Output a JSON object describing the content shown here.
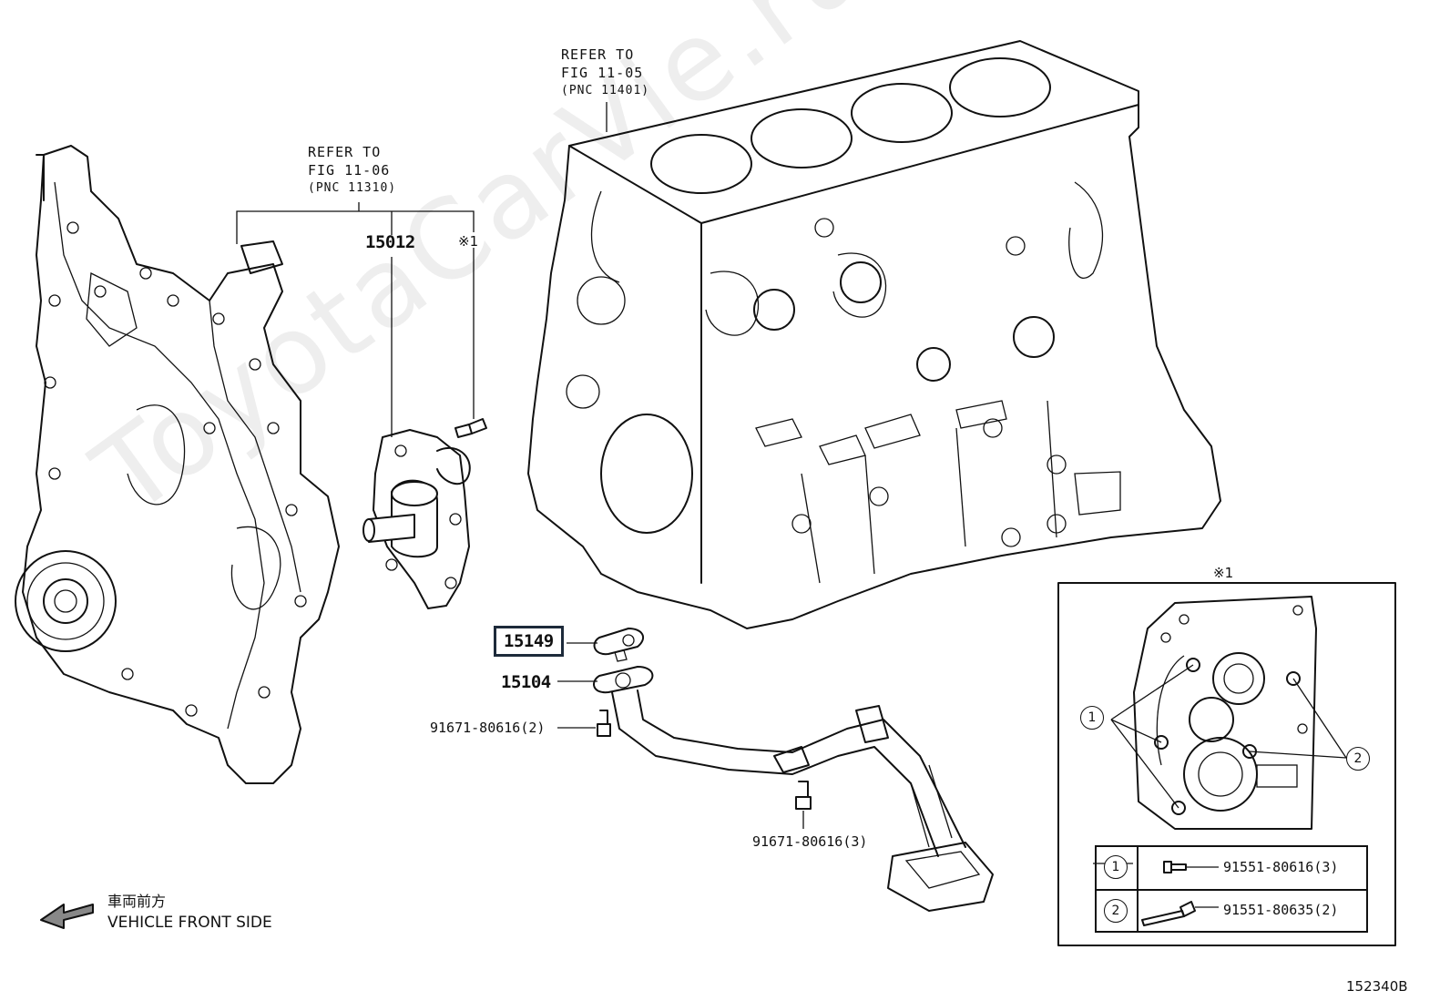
{
  "watermark": "ToyotaCarVie.ru",
  "refer_blocks": [
    {
      "line1": "REFER TO",
      "line2": "FIG 11-06",
      "line3": "(PNC 11310)"
    },
    {
      "line1": "REFER TO",
      "line2": "FIG 11-05",
      "line3": "(PNC 11401)"
    }
  ],
  "parts": {
    "p15012": "15012",
    "note_mark": "※1",
    "p15149": "15149",
    "p15104": "15104",
    "bolt_a": "91671-80616(2)",
    "bolt_b": "91671-80616(3)"
  },
  "detail": {
    "mark": "※1",
    "callout1": "1",
    "callout2": "2",
    "legend": [
      {
        "num": "1",
        "part": "91551-80616(3)"
      },
      {
        "num": "2",
        "part": "91551-80635(2)"
      }
    ]
  },
  "direction": {
    "jp": "車両前方",
    "en": "VEHICLE FRONT SIDE"
  },
  "figure_id": "152340B"
}
